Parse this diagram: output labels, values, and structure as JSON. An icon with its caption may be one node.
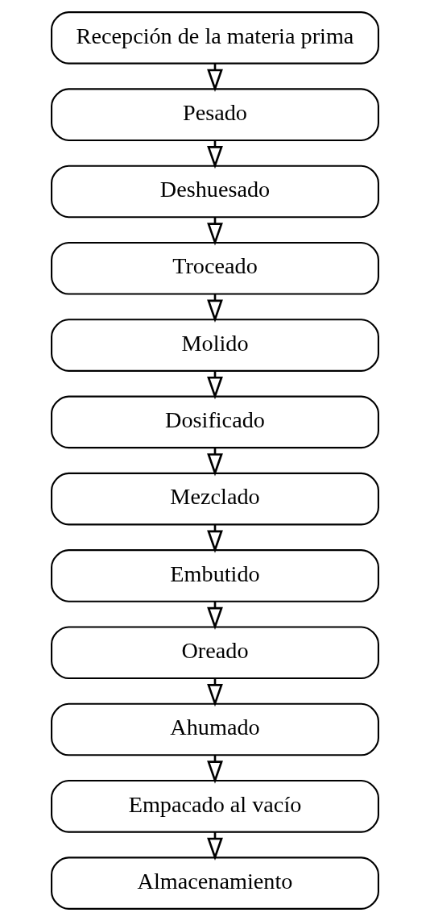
{
  "diagram": {
    "nodes": [
      {
        "text": [
          "Recepción de la materia prima"
        ]
      },
      {
        "text": [
          "Pesado"
        ]
      },
      {
        "text": [
          "Deshuesado"
        ]
      },
      {
        "text": [
          "Troceado"
        ]
      },
      {
        "text": [
          "Molido"
        ]
      },
      {
        "text": [
          "Dosificado"
        ]
      },
      {
        "text": [
          "Mezclado"
        ]
      },
      {
        "text": [
          "Embutido"
        ]
      },
      {
        "text": [
          "Oreado"
        ]
      },
      {
        "text": [
          "Ahumado"
        ]
      },
      {
        "text": [
          "Empacado al vacío"
        ]
      },
      {
        "text": [
          "Almacenamiento"
        ]
      }
    ],
    "edges": [
      {
        "from": 0,
        "to": 1,
        "arrow": "to"
      },
      {
        "from": 1,
        "to": 2,
        "arrow": "to"
      },
      {
        "from": 2,
        "to": 3,
        "arrow": "to"
      },
      {
        "from": 3,
        "to": 4,
        "arrow": "to"
      },
      {
        "from": 4,
        "to": 5,
        "arrow": "to"
      },
      {
        "from": 5,
        "to": 6,
        "arrow": "to"
      },
      {
        "from": 6,
        "to": 7,
        "arrow": "to"
      },
      {
        "from": 7,
        "to": 8,
        "arrow": "to"
      },
      {
        "from": 8,
        "to": 9,
        "arrow": "to"
      },
      {
        "from": 9,
        "to": 10,
        "arrow": "to"
      },
      {
        "from": 10,
        "to": 11,
        "arrow": "to"
      }
    ]
  }
}
